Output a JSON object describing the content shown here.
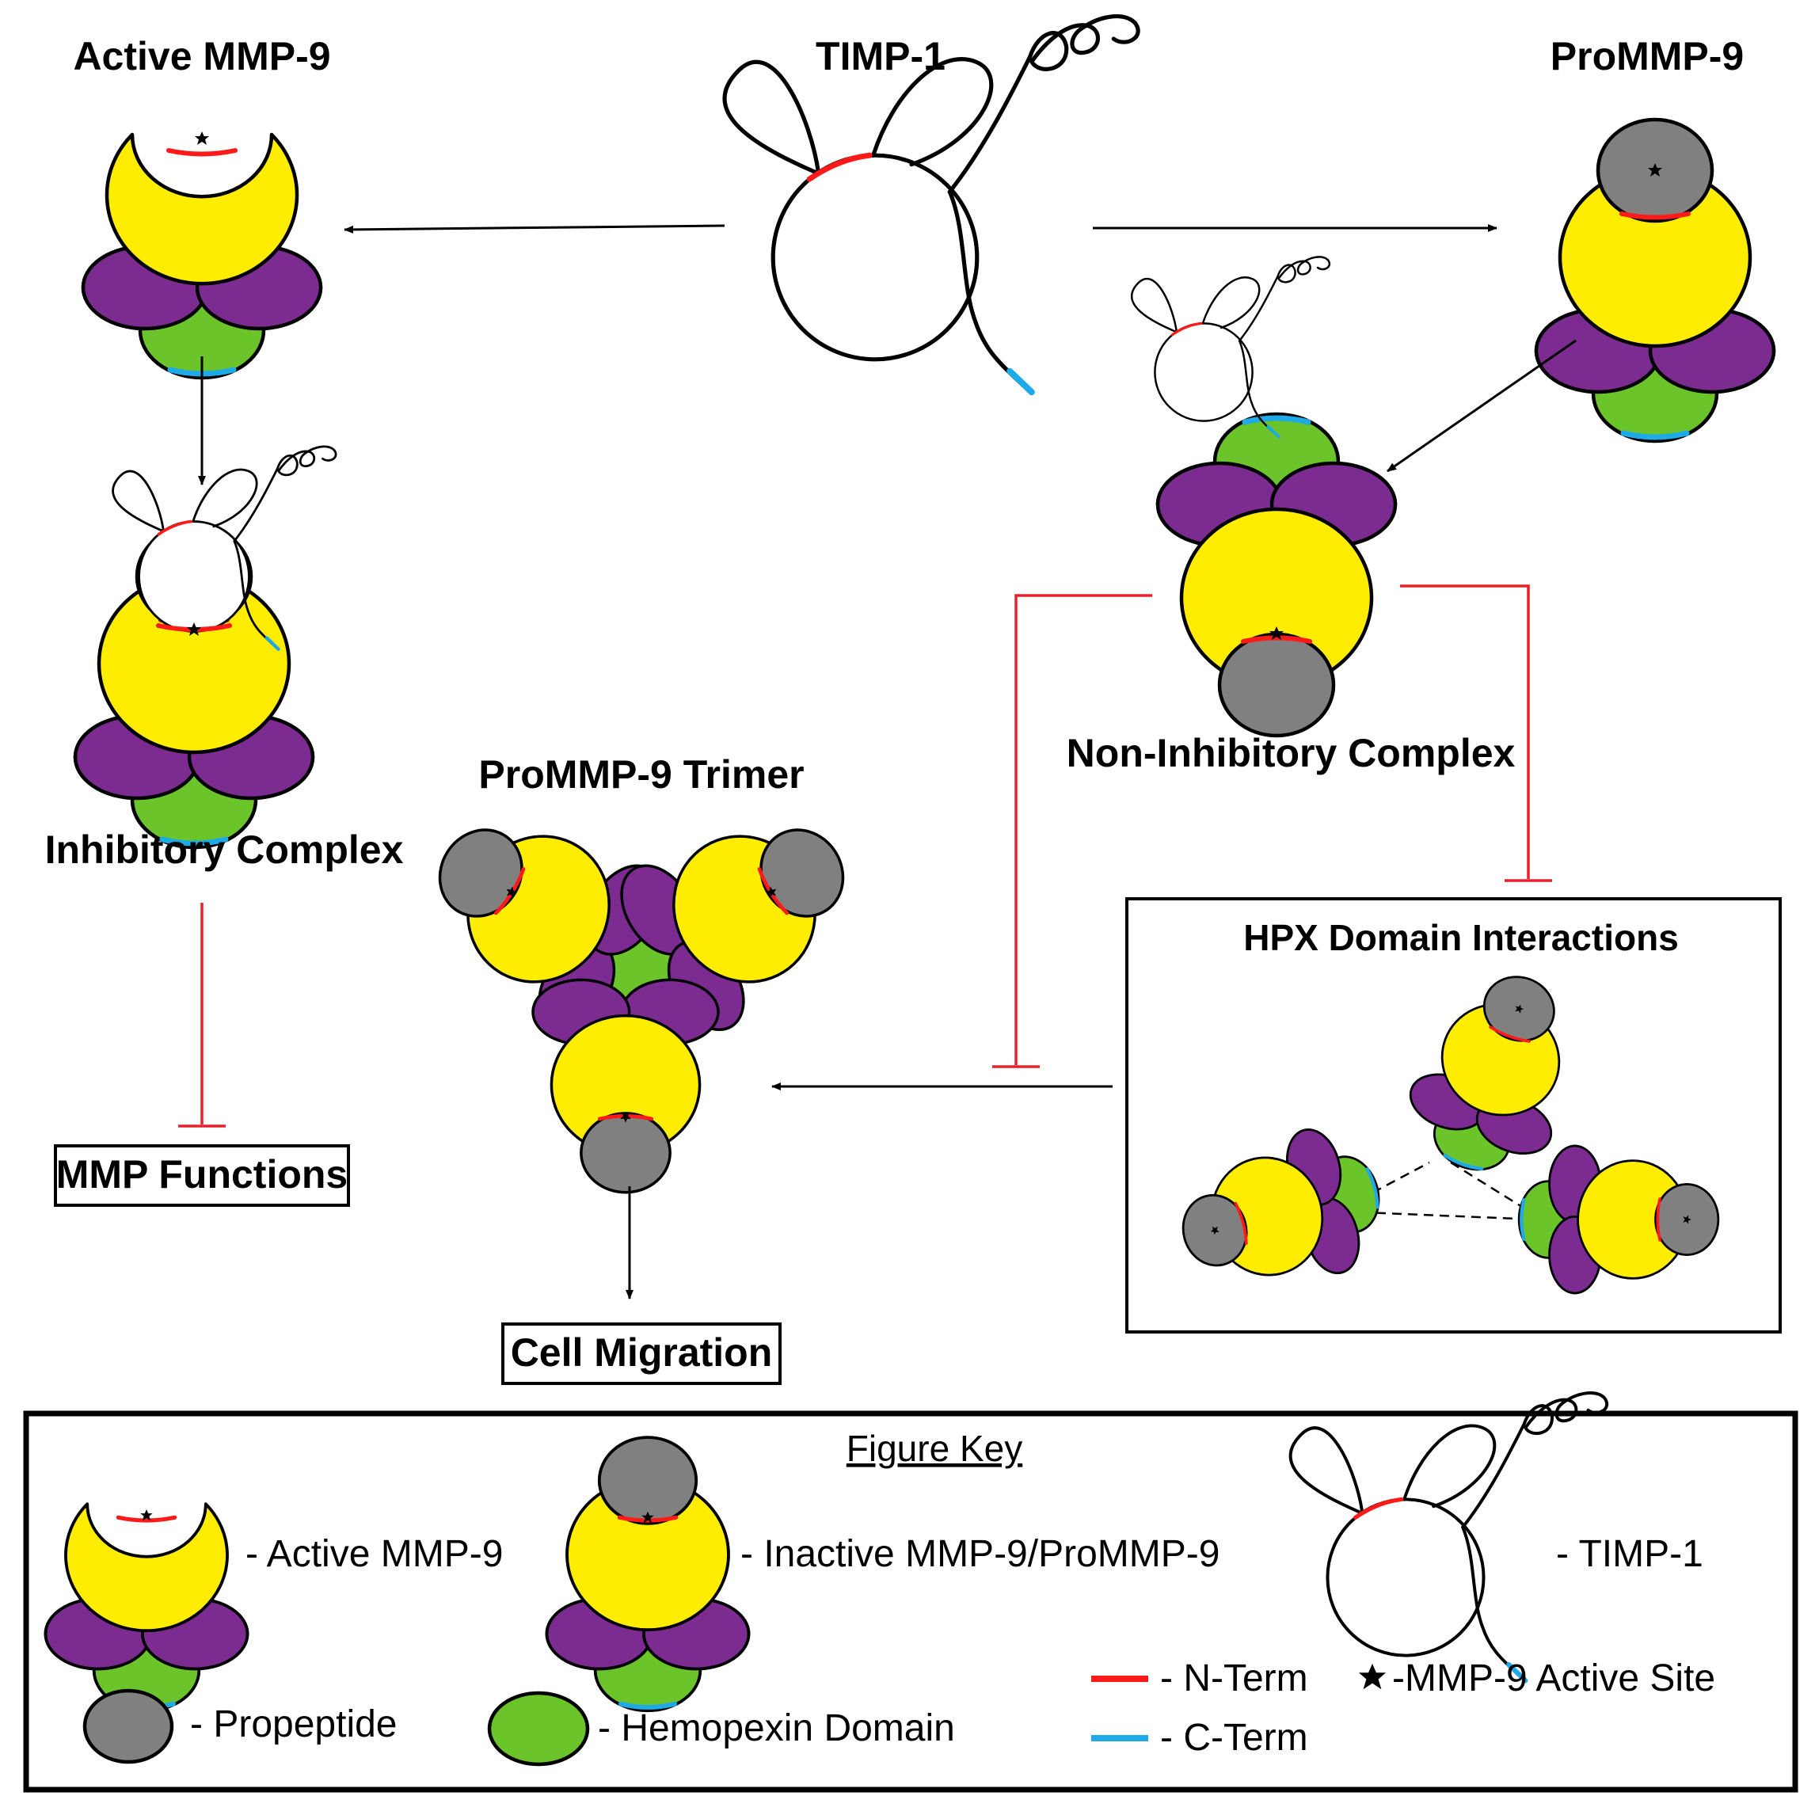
{
  "labels": {
    "active_mmp9": "Active MMP-9",
    "timp1": "TIMP-1",
    "prommp9": "ProMMP-9",
    "inhibitory_complex": "Inhibitory Complex",
    "non_inhibitory_complex": "Non-Inhibitory Complex",
    "prommp9_trimer": "ProMMP-9 Trimer",
    "hpx_domain_interactions": "HPX Domain Interactions",
    "mmp_functions": "MMP Functions",
    "cell_migration": "Cell Migration"
  },
  "key": {
    "title": "Figure Key",
    "active_mmp9": "-  Active MMP-9",
    "inactive_mmp9": "-  Inactive MMP-9/ProMMP-9",
    "timp1": "-  TIMP-1",
    "propeptide": "-  Propeptide",
    "hemopexin": "-  Hemopexin Domain",
    "nterm": "-  N-Term",
    "active_site": "-MMP-9 Active Site",
    "cterm": "-  C-Term"
  },
  "colors": {
    "catalytic": "#FFED00",
    "fibronectin": "#7C2C91",
    "hemopexin": "#6CC42B",
    "propeptide": "#808080",
    "n_term": "#FF1A1A",
    "c_term": "#1EAAE7",
    "inhibition": "#E8202A"
  }
}
